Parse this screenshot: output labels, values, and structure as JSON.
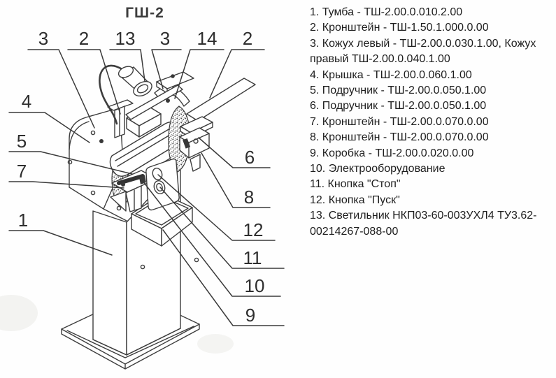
{
  "figure": {
    "title": "ГШ-2",
    "callouts": [
      {
        "label": "3"
      },
      {
        "label": "2"
      },
      {
        "label": "13"
      },
      {
        "label": "3"
      },
      {
        "label": "14"
      },
      {
        "label": "2"
      },
      {
        "label": "4"
      },
      {
        "label": "5"
      },
      {
        "label": "7"
      },
      {
        "label": "1"
      },
      {
        "label": "6"
      },
      {
        "label": "8"
      },
      {
        "label": "12"
      },
      {
        "label": "11"
      },
      {
        "label": "10"
      },
      {
        "label": "9"
      }
    ]
  },
  "parts_list": {
    "items": [
      {
        "text": "1. Тумба - ТШ-2.00.0.010.2.00"
      },
      {
        "text": "2. Кронштейн - ТШ-1.50.1.000.0.00"
      },
      {
        "text": "3. Кожух левый - ТШ-2.00.0.030.1.00, Кожух правый ТШ-2.00.0.040.1.00"
      },
      {
        "text": "4. Крышка - ТШ-2.00.0.060.1.00"
      },
      {
        "text": "5. Подручник - ТШ-2.00.0.050.1.00"
      },
      {
        "text": "6. Подручник - ТШ-2.00.0.050.1.00"
      },
      {
        "text": "7. Кронштейн - ТШ-2.00.0.070.0.00"
      },
      {
        "text": "8. Кронштейн - ТШ-2.00.0.070.0.00"
      },
      {
        "text": "9. Коробка - ТШ-2.00.0.020.0.00"
      },
      {
        "text": "10. Электрооборудование"
      },
      {
        "text": "11. Кнопка \"Стоп\""
      },
      {
        "text": "12. Кнопка \"Пуск\""
      },
      {
        "text": "13. Светильник НКП03-60-003УХЛ4 ТУ3.62-00214267-088-00"
      }
    ]
  },
  "colors": {
    "ink": "#3d3d3d",
    "text": "#1d1d1d",
    "paper": "#fefefe"
  }
}
